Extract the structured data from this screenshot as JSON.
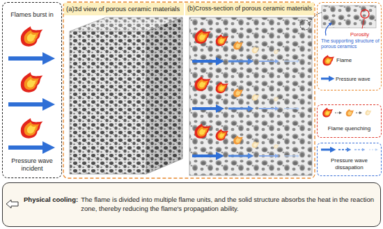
{
  "diagram": {
    "nodes": [
      {
        "text": [
          "Flames burst in",
          "Pressure wave incident"
        ]
      },
      {
        "text": [
          "(a)3d view of porous ceramic materials"
        ]
      },
      {
        "text": [
          "(b)Cross-section of porous ceramic materials"
        ]
      },
      {
        "text": [
          "Porosity",
          "The supporting structure of porous ceramics",
          "Flame",
          "Pressure wave"
        ]
      },
      {
        "text": [
          "Flame quenching"
        ]
      },
      {
        "text": [
          "Pressure wave dissapation"
        ]
      },
      {
        "text": [
          "Physical cooling:",
          "The flame is divided into multiple flame units, and the solid structure absorbs the heat in the reaction zone, thereby reducing the flame's propagation ability."
        ]
      }
    ]
  }
}
